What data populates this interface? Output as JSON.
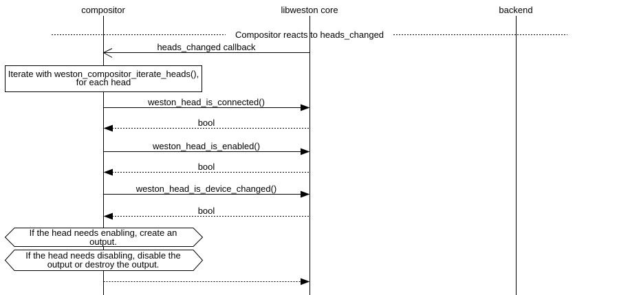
{
  "diagram": {
    "participants": [
      {
        "label": "compositor"
      },
      {
        "label": "libweston core"
      },
      {
        "label": "backend"
      }
    ],
    "divider_label": "Compositor reacts to heads_changed",
    "messages": [
      {
        "label": "heads_changed callback"
      },
      {
        "label": "weston_head_is_connected()"
      },
      {
        "label": "bool"
      },
      {
        "label": "weston_head_is_enabled()"
      },
      {
        "label": "bool"
      },
      {
        "label": "weston_head_is_device_changed()"
      },
      {
        "label": "bool"
      }
    ],
    "notes": [
      {
        "text": "Iterate with weston_compositor_iterate_heads(), for each head"
      },
      {
        "text": "If the head needs enabling, create an output."
      },
      {
        "text": "If the head needs disabling, disable the output or destroy the output."
      }
    ],
    "colors": {
      "line": "#000000",
      "background": "#ffffff"
    }
  }
}
